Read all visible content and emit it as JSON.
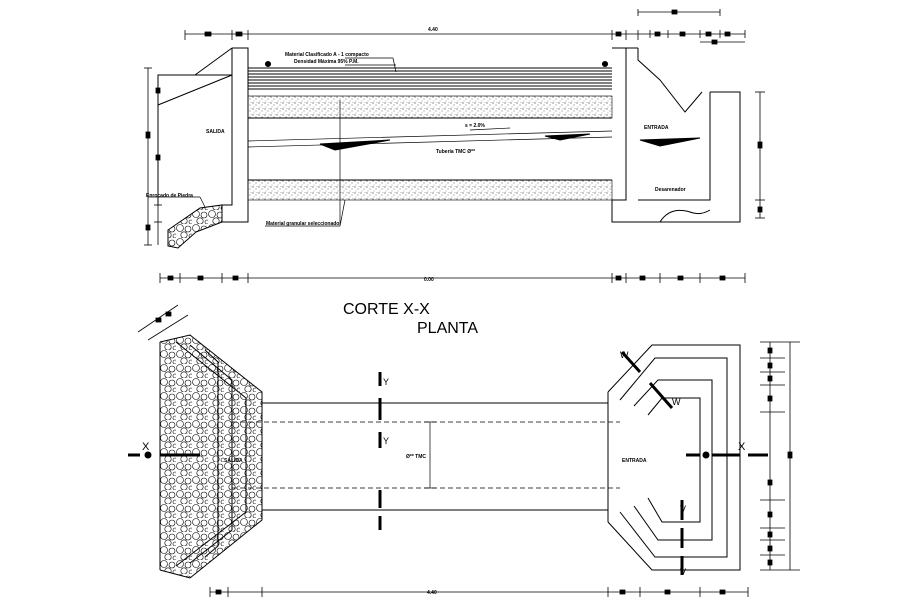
{
  "section": {
    "title": "CORTE X-X",
    "dim_total": "4.40",
    "mat_top_1": "Material Clasificado A - 1 compacto",
    "mat_top_2": "Densidad Máxima 95% P.M.",
    "outlet": "SALIDA",
    "inlet": "ENTRADA",
    "slope": "s = 2.0%",
    "pipe": "Tubería TMC Ø**",
    "sand_trap": "Desarenador",
    "stone_fill": "Enrocado de Piedra",
    "granular": "Material granular seleccionado",
    "dim_bottom_center": "0.00"
  },
  "plan": {
    "title": "PLANTA",
    "outlet": "SALIDA",
    "inlet": "ENTRADA",
    "pipe_dim": "Ø** TMC",
    "dim_total": "4.40",
    "cut_x": "X",
    "cut_y": "Y",
    "cut_w": "W",
    "cut_v": "V"
  },
  "colors": {
    "line": "#000000",
    "background": "#ffffff",
    "hatch": "#333333"
  }
}
